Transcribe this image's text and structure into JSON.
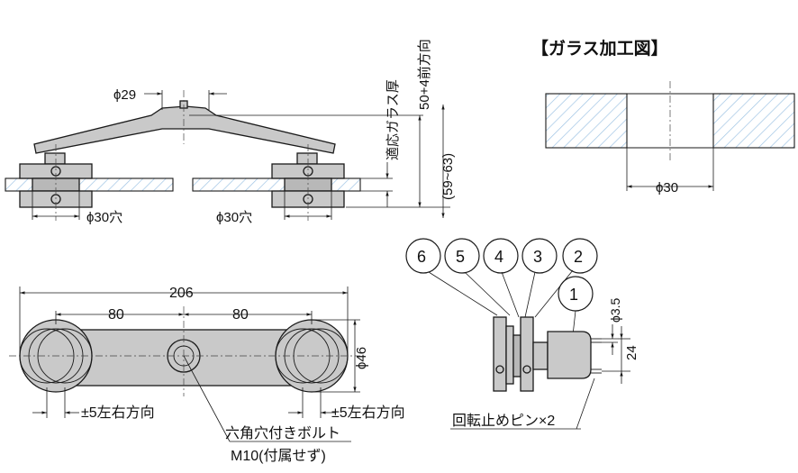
{
  "title": "【ガラス加工図】",
  "labels": {
    "phi29": "ϕ29",
    "phi30_hole_left": "ϕ30穴",
    "phi30_hole_right": "ϕ30穴",
    "glass_thickness": "適応ガラス厚",
    "front_direction": "50+4前方向",
    "range_59_63": "(59~63)",
    "phi30_glass": "ϕ30",
    "overall_206": "206",
    "left_80": "80",
    "right_80": "80",
    "phi46": "ϕ46",
    "lr_adjust_left": "±5左右方向",
    "lr_adjust_right": "±5左右方向",
    "bolt_line1": "六角穴付きボルト",
    "bolt_line2": "M10(付属せず)",
    "phi3_5": "ϕ3.5",
    "dim_24": "24",
    "pin_note": "回転止めピン×2"
  },
  "callouts": [
    "6",
    "5",
    "4",
    "3",
    "2",
    "1"
  ],
  "colors": {
    "part_fill": "#c9c9c9",
    "glass_hatch": "#9fc4e4",
    "line": "#1a1a1a"
  }
}
